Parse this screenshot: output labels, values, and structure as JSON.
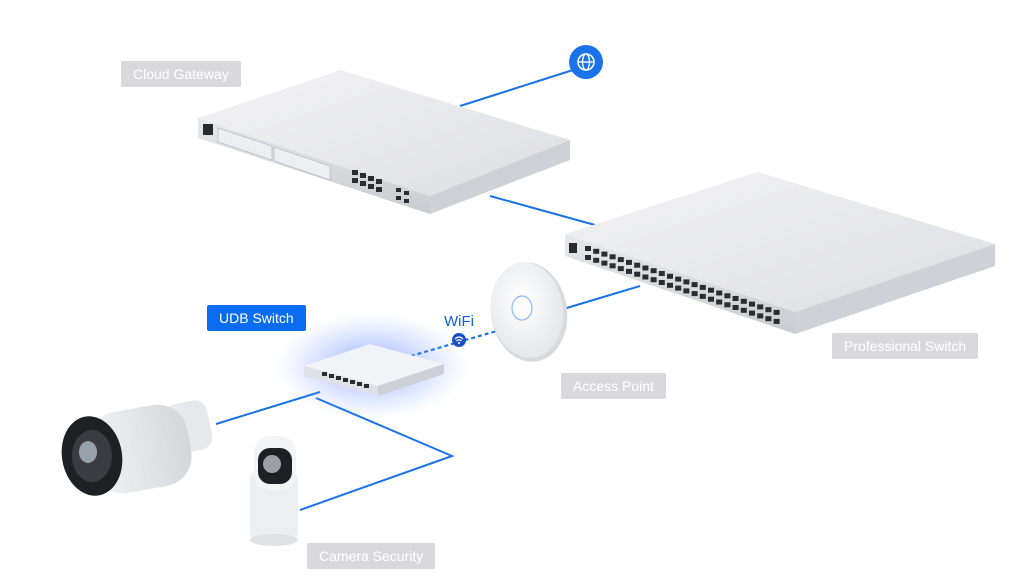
{
  "labels": {
    "cloud_gateway": "Cloud Gateway",
    "udb_switch": "UDB Switch",
    "wifi": "WiFi",
    "access_point": "Access Point",
    "professional_switch": "Professional Switch",
    "camera_security": "Camera Security"
  },
  "colors": {
    "link": "#1a73e8",
    "accent": "#0a6cf0",
    "label_bg": "#d9d9db",
    "glow": "#4a7dff"
  },
  "icons": {
    "internet": "globe-icon",
    "wifi": "wifi-icon"
  }
}
